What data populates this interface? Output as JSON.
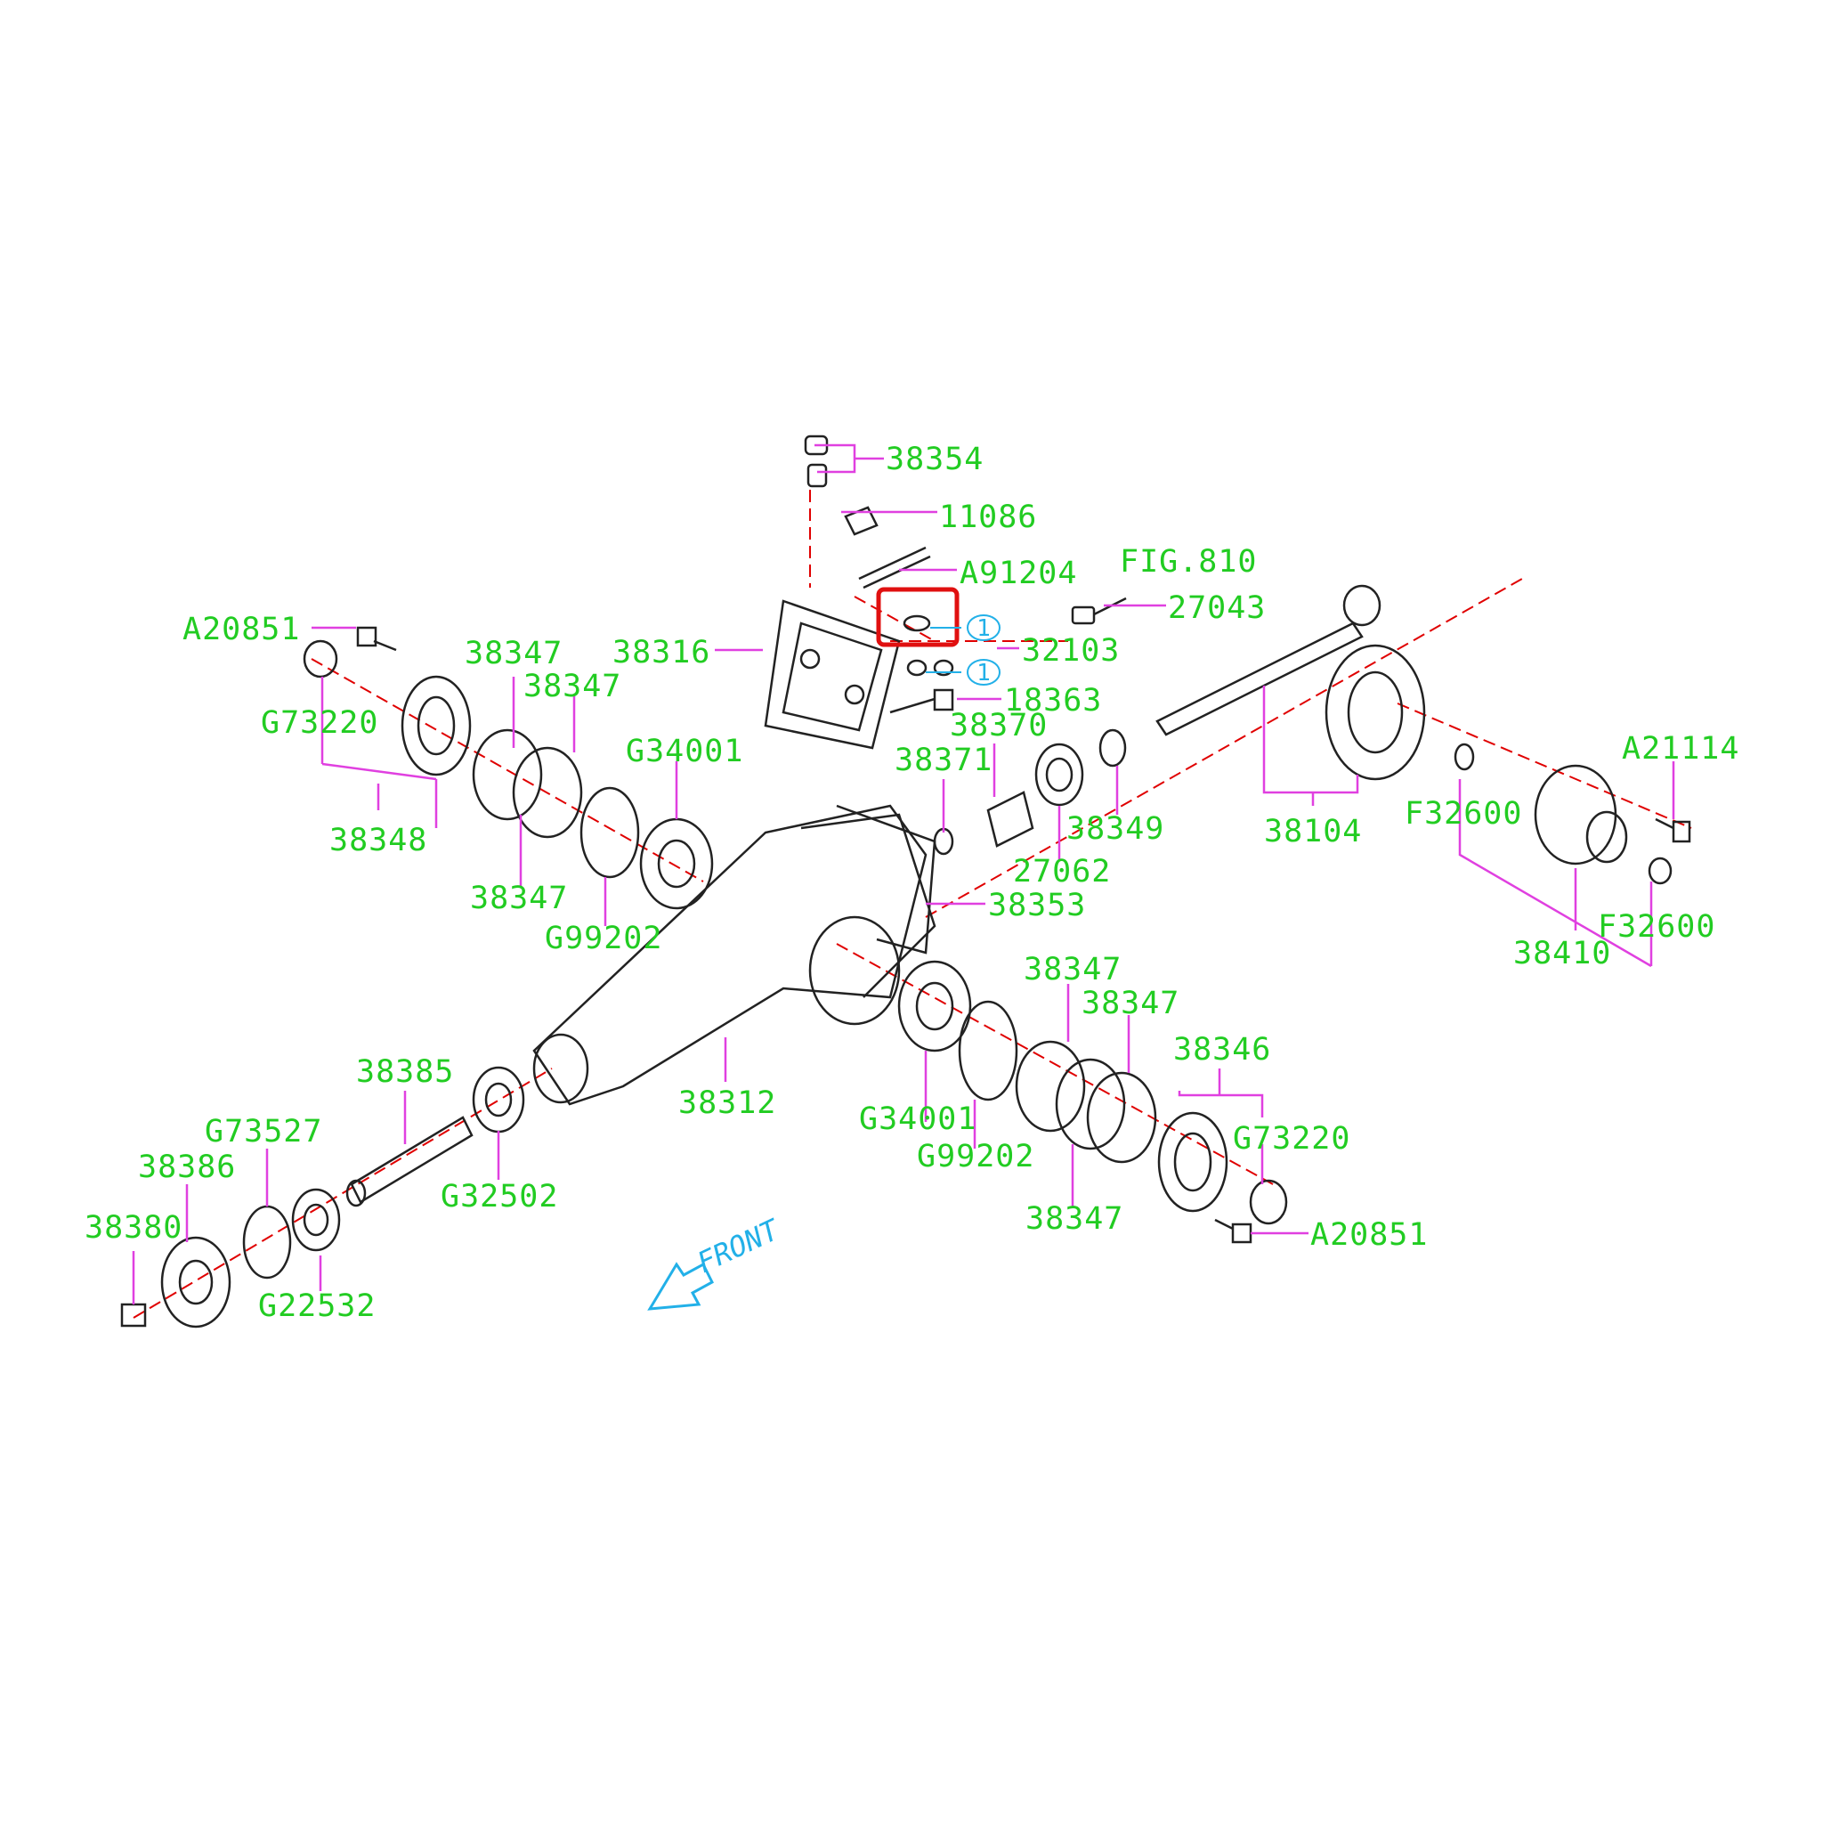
{
  "colors": {
    "label": "#22cc22",
    "leader": "#e040e0",
    "axis": "#e00000",
    "part": "#222222",
    "highlight": "#e01010",
    "reference": "#22b0e8"
  },
  "labels": {
    "p38354": "38354",
    "p11086": "11086",
    "pA91204": "A91204",
    "pFIG810": "FIG.810",
    "p27043": "27043",
    "p32103": "32103",
    "p18363": "18363",
    "p38316": "38316",
    "pA20851_tl": "A20851",
    "p38347_a": "38347",
    "p38347_b": "38347",
    "pG73220_l": "G73220",
    "p38348": "38348",
    "p38347_c": "38347",
    "pG34001_t": "G34001",
    "pG99202_t": "G99202",
    "p38370": "38370",
    "p38371": "38371",
    "p38349": "38349",
    "p27062": "27062",
    "p38353": "38353",
    "p38104": "38104",
    "pA21114": "A21114",
    "pF32600_a": "F32600",
    "pF32600_b": "F32600",
    "p38410": "38410",
    "p38347_d": "38347",
    "p38347_e": "38347",
    "p38346": "38346",
    "pG73220_r": "G73220",
    "pG34001_b": "G34001",
    "pG99202_b": "G99202",
    "p38347_f": "38347",
    "pA20851_br": "A20851",
    "p38312": "38312",
    "p38385": "38385",
    "pG32502": "G32502",
    "pG73527": "G73527",
    "p38386": "38386",
    "p38380": "38380",
    "pG22532": "G22532"
  },
  "references": {
    "ref1_a": "1",
    "ref1_b": "1"
  },
  "front_label": "FRONT"
}
